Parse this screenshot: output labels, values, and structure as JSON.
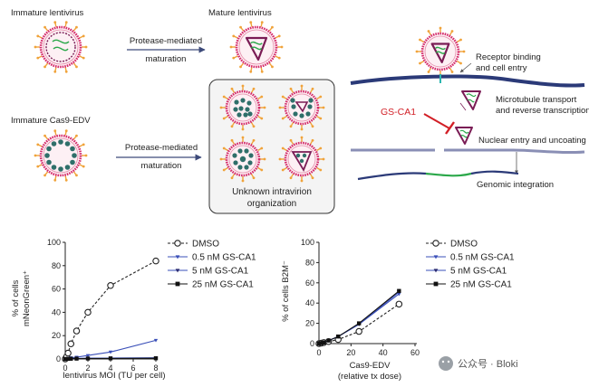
{
  "figure": {
    "top": {
      "immature_lentivirus": "Immature lentivirus",
      "mature_lentivirus": "Mature lentivirus",
      "protease_maturation_1": "Protease-mediated",
      "protease_maturation_2": "maturation",
      "immature_edv": "Immature Cas9-EDV",
      "unknown_1": "Unknown intravirion",
      "unknown_2": "organization",
      "receptor_1": "Receptor binding",
      "receptor_2": "and cell entry",
      "microtubule_1": "Microtubule transport",
      "microtubule_2": "and reverse transcription",
      "inhibitor": "GS-CA1",
      "nuclear": "Nuclear entry and uncoating",
      "genomic": "Genomic integration"
    },
    "colors": {
      "membrane": "#d42b6a",
      "spike": "#f0a33a",
      "capsid": "#7a1c55",
      "rna": "#2ba84a",
      "cas9": "#2f6f6a",
      "nucleus_line": "#2b3a78",
      "dna_line": "#8a8fb5",
      "inhibitor": "#d21f26",
      "series_blue": "#3a4fb8",
      "series_dark": "#2b2b6e"
    }
  },
  "chart_data": [
    {
      "type": "line",
      "ylabel_1": "% of cells",
      "ylabel_2": "mNeonGreen⁺",
      "xlabel": "lentivirus MOI (TU per cell)",
      "xlim": [
        0,
        8
      ],
      "ylim": [
        0,
        100
      ],
      "xticks": [
        "0",
        "2",
        "4",
        "6",
        "8"
      ],
      "yticks": [
        "0",
        "20",
        "40",
        "60",
        "80",
        "100"
      ],
      "legend": "top-right",
      "series": [
        {
          "name": "DMSO",
          "x": [
            0,
            0.125,
            0.25,
            0.5,
            1,
            2,
            4,
            8
          ],
          "y": [
            0,
            2,
            5,
            13,
            24,
            40,
            63,
            84
          ]
        },
        {
          "name": "0.5 nM GS-CA1",
          "x": [
            0,
            0.25,
            0.5,
            1,
            2,
            4,
            8
          ],
          "y": [
            0,
            0.5,
            1,
            1.5,
            3,
            6,
            16
          ]
        },
        {
          "name": "5 nM GS-CA1",
          "x": [
            0,
            0.25,
            0.5,
            1,
            2,
            4,
            8
          ],
          "y": [
            0,
            0.2,
            0.3,
            0.5,
            0.7,
            0.8,
            1
          ]
        },
        {
          "name": "25 nM GS-CA1",
          "x": [
            0,
            0.25,
            0.5,
            1,
            2,
            4,
            8
          ],
          "y": [
            0,
            0.1,
            0.2,
            0.3,
            0.4,
            0.5,
            0.6
          ]
        }
      ]
    },
    {
      "type": "line",
      "ylabel_1": "% of cells B2M⁻",
      "xlabel_1": "Cas9-EDV",
      "xlabel_2": "(relative tx dose)",
      "xlim": [
        0,
        60
      ],
      "ylim": [
        0,
        100
      ],
      "xticks": [
        "0",
        "20",
        "40",
        "60"
      ],
      "yticks": [
        "0",
        "20",
        "40",
        "60",
        "80",
        "100"
      ],
      "legend": "top-right",
      "series": [
        {
          "name": "DMSO",
          "x": [
            0,
            1.5,
            3,
            6,
            12,
            25,
            50
          ],
          "y": [
            0,
            0.5,
            1,
            2,
            4,
            12,
            39
          ]
        },
        {
          "name": "0.5 nM GS-CA1",
          "x": [
            0,
            1.5,
            3,
            6,
            12,
            25,
            50
          ],
          "y": [
            0,
            0.5,
            1,
            3,
            7,
            19,
            49
          ]
        },
        {
          "name": "5 nM GS-CA1",
          "x": [
            0,
            1.5,
            3,
            6,
            12,
            25,
            50
          ],
          "y": [
            0,
            0.5,
            1,
            3,
            7,
            19,
            51
          ]
        },
        {
          "name": "25 nM GS-CA1",
          "x": [
            0,
            1.5,
            3,
            6,
            12,
            25,
            50
          ],
          "y": [
            0,
            0.5,
            1,
            3,
            7,
            20,
            52
          ]
        }
      ]
    }
  ],
  "watermark": "公众号 · Bloki"
}
